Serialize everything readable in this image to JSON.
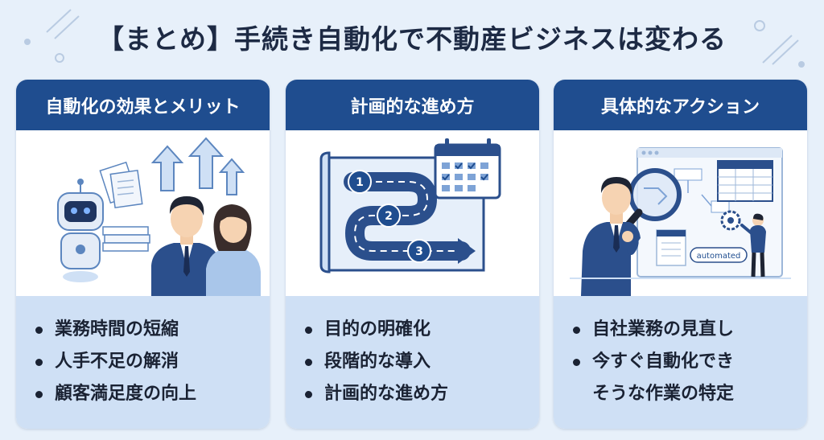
{
  "title": "【まとめ】手続き自動化で不動産ビジネスは変わる",
  "cards": [
    {
      "header": "自動化の効果とメリット",
      "items": [
        "業務時間の短縮",
        "人手不足の解消",
        "顧客満足度の向上"
      ]
    },
    {
      "header": "計画的な進め方",
      "items": [
        "目的の明確化",
        "段階的な導入",
        "計画的な進め方"
      ],
      "steps": [
        "1",
        "2",
        "3"
      ]
    },
    {
      "header": "具体的なアクション",
      "items": [
        "自社業務の見直し",
        "今すぐ自動化でき",
        "そうな作業の特定"
      ],
      "tag": "automated"
    }
  ],
  "colors": {
    "accent": "#1f4d8f",
    "list_bg": "#cfe0f5",
    "page_bg": "#e7f0fa"
  }
}
